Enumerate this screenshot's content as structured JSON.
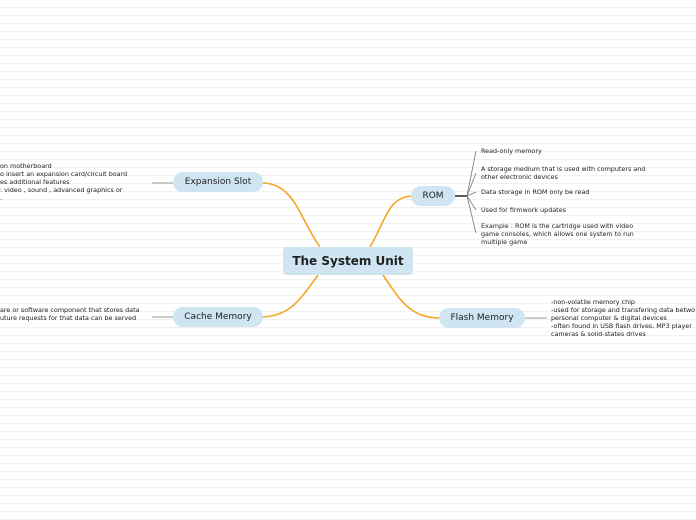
{
  "central": {
    "title": "The System Unit"
  },
  "branches": {
    "rom": {
      "label": "ROM",
      "notes": [
        "Read-only memory",
        "A storage medium that is used with computers and",
        "other electronic devices",
        "Data storage in ROM only be read",
        "Used for firmwork updates",
        "Example : ROM is the cartridge used with video",
        "game consoles, which allows one system to run",
        "multiple game"
      ]
    },
    "flash": {
      "label": "Flash Memory",
      "notes": [
        "-non-volatile memory chip",
        "-used for storage and transfering data betwo",
        "personal computer & digital devices",
        "-often found in USB flash drives, MP3 player",
        "cameras & solid-states drives"
      ]
    },
    "expansion": {
      "label": "Expansion Slot",
      "notes": [
        "on motherboard",
        "o insert an expansion card/circuit board",
        "es additional features",
        ": video , sound , advanced graphics or",
        "."
      ]
    },
    "cache": {
      "label": "Cache Memory",
      "notes": [
        "are or software component that stores data",
        "uture requests for that data can be served"
      ]
    }
  },
  "colors": {
    "connector": "#f5a623",
    "node_fill": "#cfe6f2",
    "note_line": "#777777"
  }
}
